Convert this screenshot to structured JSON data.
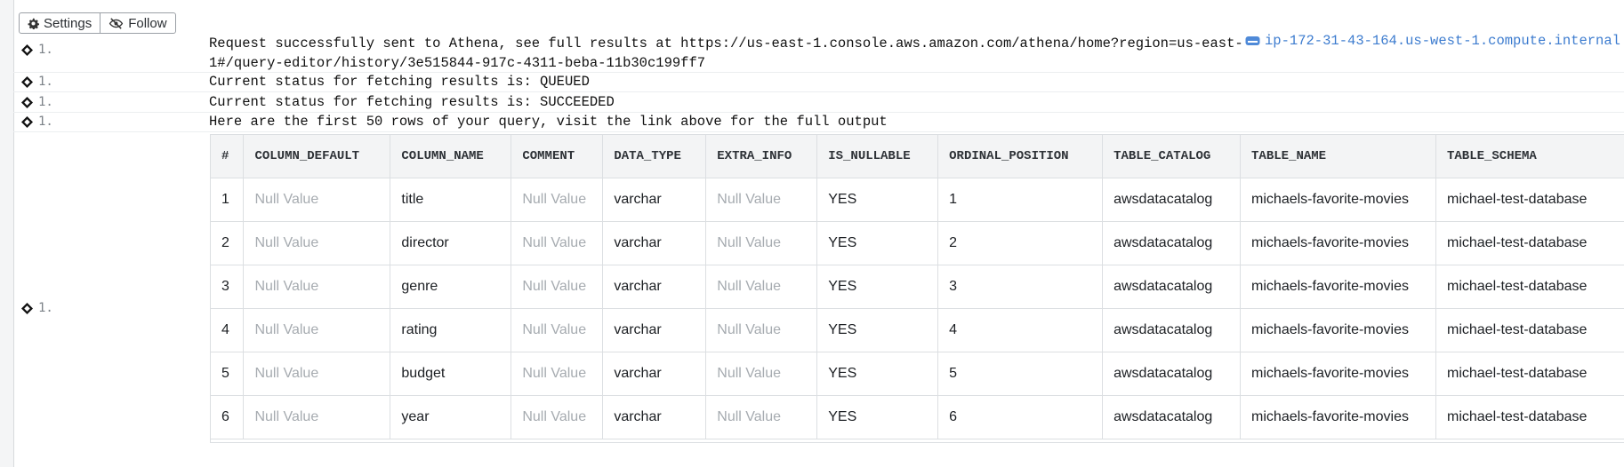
{
  "toolbar": {
    "settings_label": "Settings",
    "follow_label": "Follow"
  },
  "gutter_label": "1.",
  "messages": {
    "request_line1": "Request successfully sent to Athena, see full results at https://us-east-1.console.aws.amazon.com/athena/home?region=us-east-",
    "request_line2": "1#/query-editor/history/3e515844-917c-4311-beba-11b30c199ff7",
    "host": "ip-172-31-43-164.us-west-1.compute.internal",
    "status_queued": "Current status for fetching results is: QUEUED",
    "status_succeeded": "Current status for fetching results is: SUCCEEDED",
    "rows_note": "Here are the first 50 rows of your query, visit the link above for the full output"
  },
  "table": {
    "headers": [
      "#",
      "COLUMN_DEFAULT",
      "COLUMN_NAME",
      "COMMENT",
      "DATA_TYPE",
      "EXTRA_INFO",
      "IS_NULLABLE",
      "ORDINAL_POSITION",
      "TABLE_CATALOG",
      "TABLE_NAME",
      "TABLE_SCHEMA"
    ],
    "rows": [
      [
        "1",
        "Null Value",
        "title",
        "Null Value",
        "varchar",
        "Null Value",
        "YES",
        "1",
        "awsdatacatalog",
        "michaels-favorite-movies",
        "michael-test-database"
      ],
      [
        "2",
        "Null Value",
        "director",
        "Null Value",
        "varchar",
        "Null Value",
        "YES",
        "2",
        "awsdatacatalog",
        "michaels-favorite-movies",
        "michael-test-database"
      ],
      [
        "3",
        "Null Value",
        "genre",
        "Null Value",
        "varchar",
        "Null Value",
        "YES",
        "3",
        "awsdatacatalog",
        "michaels-favorite-movies",
        "michael-test-database"
      ],
      [
        "4",
        "Null Value",
        "rating",
        "Null Value",
        "varchar",
        "Null Value",
        "YES",
        "4",
        "awsdatacatalog",
        "michaels-favorite-movies",
        "michael-test-database"
      ],
      [
        "5",
        "Null Value",
        "budget",
        "Null Value",
        "varchar",
        "Null Value",
        "YES",
        "5",
        "awsdatacatalog",
        "michaels-favorite-movies",
        "michael-test-database"
      ],
      [
        "6",
        "Null Value",
        "year",
        "Null Value",
        "varchar",
        "Null Value",
        "YES",
        "6",
        "awsdatacatalog",
        "michaels-favorite-movies",
        "michael-test-database"
      ]
    ]
  }
}
